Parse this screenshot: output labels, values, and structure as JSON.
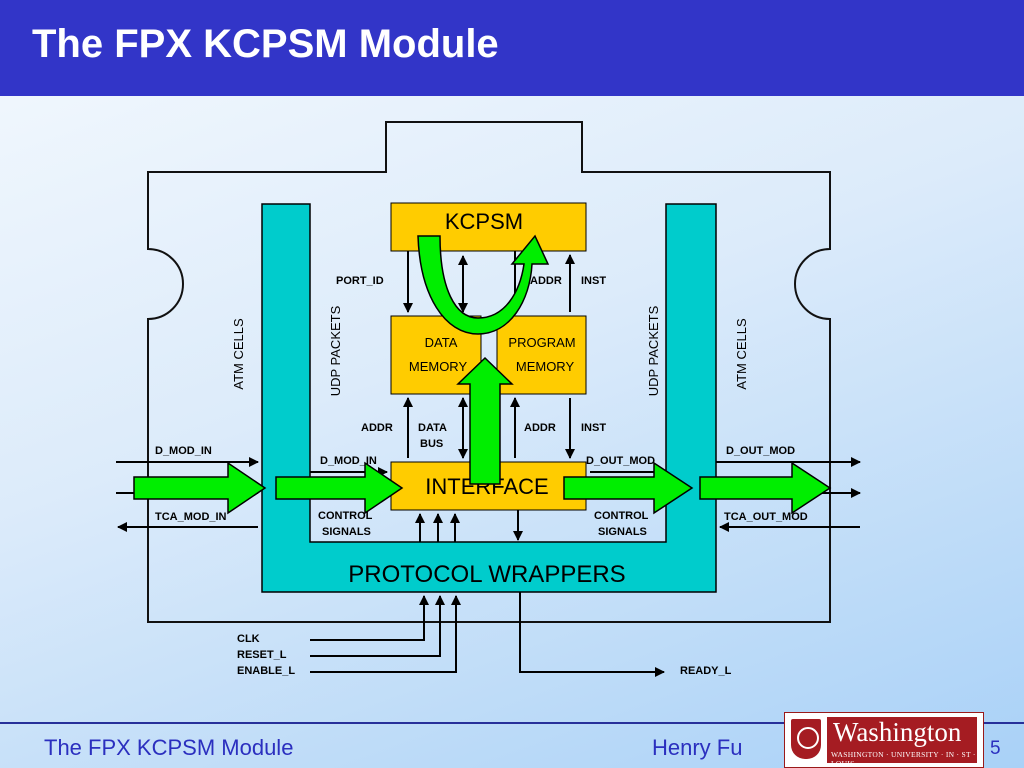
{
  "slide": {
    "title": "The FPX KCPSM Module"
  },
  "diagram": {
    "kcpsm": "KCPSM",
    "data_memory": [
      "DATA",
      "MEMORY"
    ],
    "program_memory": [
      "PROGRAM",
      "MEMORY"
    ],
    "interface": "INTERFACE",
    "protocol_wrappers": "PROTOCOL WRAPPERS",
    "port_id": "PORT_ID",
    "addr_top": "ADDR",
    "inst_top": "INST",
    "addr_left": "ADDR",
    "data_bus": [
      "DATA",
      "BUS"
    ],
    "addr_right": "ADDR",
    "inst_right": "INST",
    "atm_cells_left": "ATM CELLS",
    "udp_packets_left": "UDP PACKETS",
    "udp_packets_right": "UDP PACKETS",
    "atm_cells_right": "ATM CELLS",
    "d_mod_in_outer": "D_MOD_IN",
    "tca_mod_in": "TCA_MOD_IN",
    "d_mod_in_inner": "D_MOD_IN",
    "d_out_mod_inner": "D_OUT_MOD",
    "d_out_mod_outer": "D_OUT_MOD",
    "tca_out_mod": "TCA_OUT_MOD",
    "control_signals_left": [
      "CONTROL",
      "SIGNALS"
    ],
    "control_signals_right": [
      "CONTROL",
      "SIGNALS"
    ],
    "clk": "CLK",
    "reset_l": "RESET_L",
    "enable_l": "ENABLE_L",
    "ready_l": "READY_L"
  },
  "footer": {
    "left": "The FPX KCPSM Module",
    "presenter": "Henry Fu",
    "page": "5"
  },
  "logo": {
    "word": "Washington",
    "sub": "WASHINGTON · UNIVERSITY · IN · ST · LOUIS"
  },
  "colors": {
    "title_bar": "#3235c8",
    "kcpsm_fill": "#ffcc00",
    "wrapper_fill": "#00cccc",
    "arrow_green": "#00ee00"
  }
}
